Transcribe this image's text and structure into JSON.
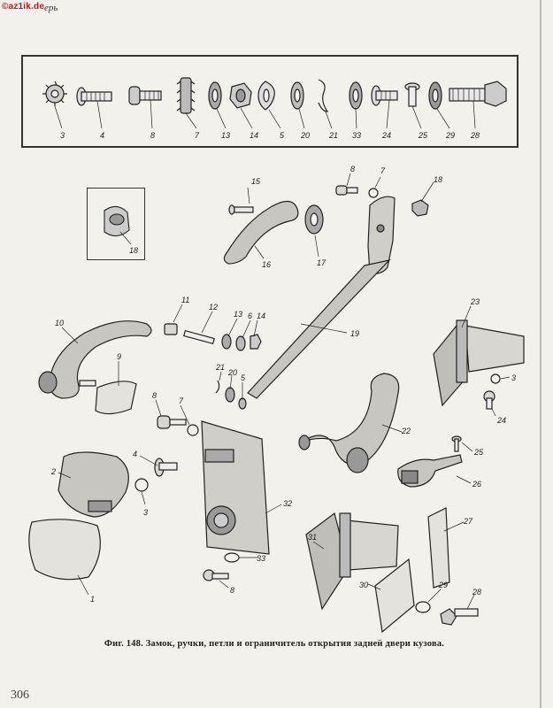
{
  "watermark": "©az1ik.de",
  "header": {
    "title": "ерь"
  },
  "figure": {
    "caption": "Фиг. 148. Замок, ручки, петли и ограничитель открытия задней двери кузова.",
    "fastener_labels": [
      "3",
      "4",
      "8",
      "7",
      "13",
      "14",
      "5",
      "20",
      "21",
      "33",
      "24",
      "25",
      "29",
      "28"
    ],
    "inset_label": "18",
    "part_labels": {
      "p15": "15",
      "p16": "16",
      "p17": "17",
      "p8a": "8",
      "p7a": "7",
      "p18": "18",
      "p19": "19",
      "p11": "11",
      "p12": "12",
      "p13": "13",
      "p6": "6",
      "p14": "14",
      "p10": "10",
      "p9": "9",
      "p21": "21",
      "p20": "20",
      "p5": "5",
      "p8b": "8",
      "p7b": "7",
      "p4": "4",
      "p3a": "3",
      "p2": "2",
      "p32": "32",
      "p33": "33",
      "p8c": "8",
      "p1": "1",
      "p23": "23",
      "p3b": "3",
      "p24": "24",
      "p22": "22",
      "p25": "25",
      "p26": "26",
      "p27": "27",
      "p31": "31",
      "p30": "30",
      "p29": "29",
      "p28": "28"
    }
  },
  "page_number": "306"
}
